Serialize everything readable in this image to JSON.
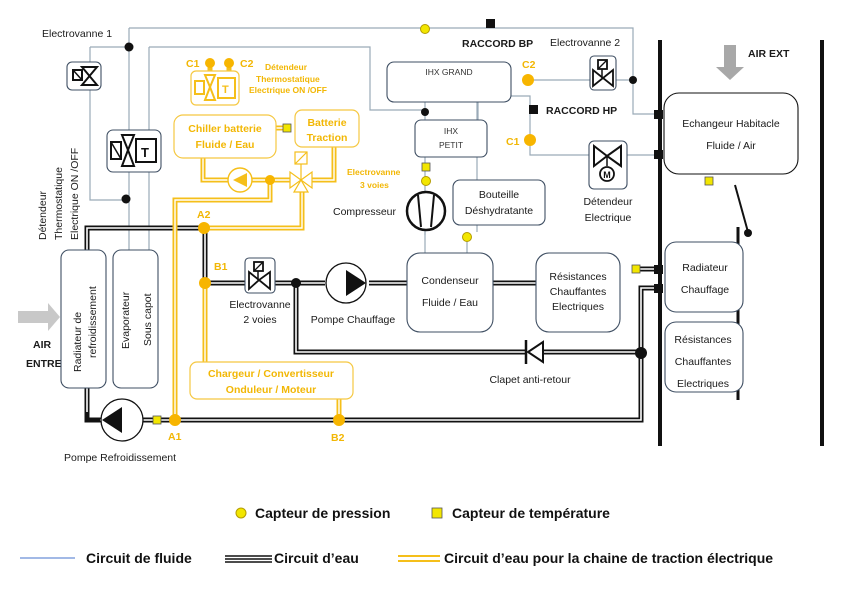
{
  "diagram": {
    "title": "Schéma circuit thermique véhicule électrique",
    "components": {
      "electrovanne1": "Electrovanne 1",
      "detendeur_thermo": [
        "Détendeur",
        "Thermostatique",
        "Electrique ON /OFF"
      ],
      "c1_top": "C1",
      "c2_top": "C2",
      "detendeur_thermo_y": [
        "Détendeur",
        "Thermostatique",
        "Electrique ON /OFF"
      ],
      "chiller": [
        "Chiller batterie",
        "Fluide / Eau"
      ],
      "batterie": [
        "Batterie",
        "Traction"
      ],
      "electrovanne3": [
        "Electrovanne",
        "3 voies"
      ],
      "raccord_bp": "RACCORD BP",
      "raccord_hp": "RACCORD HP",
      "ihx_grand": "IHX GRAND",
      "ihx_petit": [
        "IHX",
        "PETIT"
      ],
      "c2_right": "C2",
      "c1_right": "C1",
      "electrovanne2": "Electrovanne 2",
      "detendeur_elec": [
        "Détendeur",
        "Electrique"
      ],
      "air_ext": "AIR EXT",
      "echangeur": [
        "Echangeur Habitacle",
        "Fluide / Air"
      ],
      "compresseur": "Compresseur",
      "bouteille": [
        "Bouteille",
        "Déshydratante"
      ],
      "a2": "A2",
      "b1": "B1",
      "a1": "A1",
      "b2": "B2",
      "electrovanne_2voies": [
        "Electrovanne",
        "2 voies"
      ],
      "pompe_chauffage": "Pompe Chauffage",
      "condenseur": [
        "Condenseur",
        "Fluide / Eau"
      ],
      "resistances1": [
        "Résistances",
        "Chauffantes",
        "Electriques"
      ],
      "radiateur_chauffage": [
        "Radiateur",
        "Chauffage"
      ],
      "resistances2": [
        "Résistances",
        "Chauffantes",
        "Electriques"
      ],
      "radiateur_refroid": [
        "Radiateur de",
        "refroidissement"
      ],
      "evaporateur": [
        "Evaporateur",
        "Sous capot"
      ],
      "air_entree": [
        "AIR",
        "ENTREE"
      ],
      "chargeur": [
        "Chargeur / Convertisseur",
        "Onduleur / Moteur"
      ],
      "clapet": "Clapet anti-retour",
      "pompe_refroid": "Pompe Refroidissement",
      "thermo_letter": "T",
      "motor_letter": "M"
    },
    "legend": {
      "pressure_sensor": "Capteur de pression",
      "temperature_sensor": "Capteur de température",
      "fluid_circuit": "Circuit de fluide",
      "water_circuit": "Circuit d’eau",
      "traction_circuit": "Circuit d’eau pour la chaine de traction électrique"
    },
    "colors": {
      "fluid": "#9aaab8",
      "water": "#111111",
      "traction": "#f5bf1a",
      "pressure_sensor": "#f2e600",
      "temperature_sensor": "#f2e600",
      "junction_yellow": "#f7b500"
    }
  }
}
